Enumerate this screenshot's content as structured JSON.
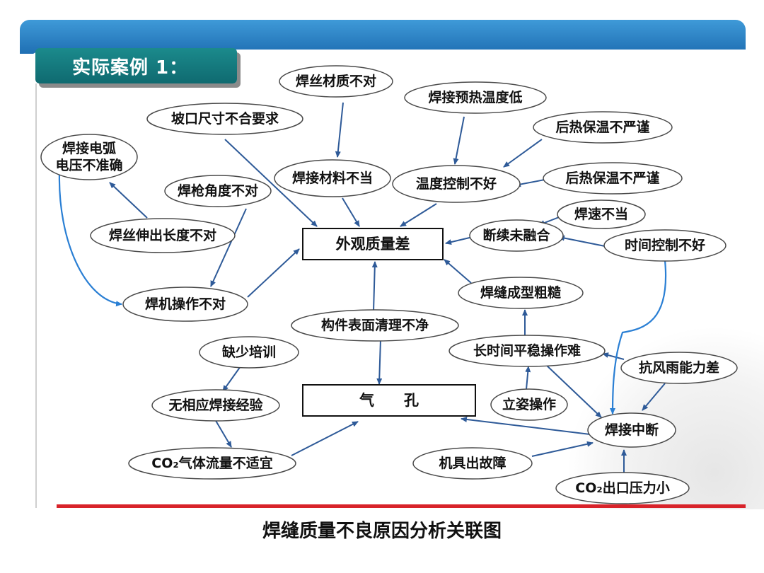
{
  "slide": {
    "title": "实际案例 1：",
    "caption": "焊缝质量不良原因分析关联图"
  },
  "colors": {
    "arrow": "#2e5a98",
    "node_border": "#444444",
    "header": "#2f86c9",
    "tab": "#137c80",
    "rule": "#d8232a"
  },
  "nodes": {
    "material_quality": "焊丝材质不对",
    "preheat_low": "焊接预热温度低",
    "groove_size": "坡口尺寸不合要求",
    "postheat_1": "后热保温不严谨",
    "arc_voltage_1": "焊接电弧",
    "arc_voltage_2": "电压不准确",
    "welding_material": "焊接材料不当",
    "temp_control": "温度控制不好",
    "postheat_2": "后热保温不严谨",
    "torch_angle": "焊枪角度不对",
    "weld_speed": "焊速不当",
    "wire_extension": "焊丝伸出长度不对",
    "appearance_poor": "外观质量差",
    "discontinuous": "断续未融合",
    "time_control": "时间控制不好",
    "weld_rough": "焊缝成型粗糙",
    "operation_wrong": "焊机操作不对",
    "surface_clean": "构件表面清理不净",
    "lack_training": "缺少培训",
    "long_stable": "长时间平稳操作难",
    "wind_rain": "抗风雨能力差",
    "porosity": "气　　孔",
    "no_experience": "无相应焊接经验",
    "vertical_op": "立姿操作",
    "weld_interrupt": "焊接中断",
    "co2_flow": "CO₂气体流量不适宜",
    "machine_fault": "机具出故障",
    "co2_pressure": "CO₂出口压力小"
  }
}
